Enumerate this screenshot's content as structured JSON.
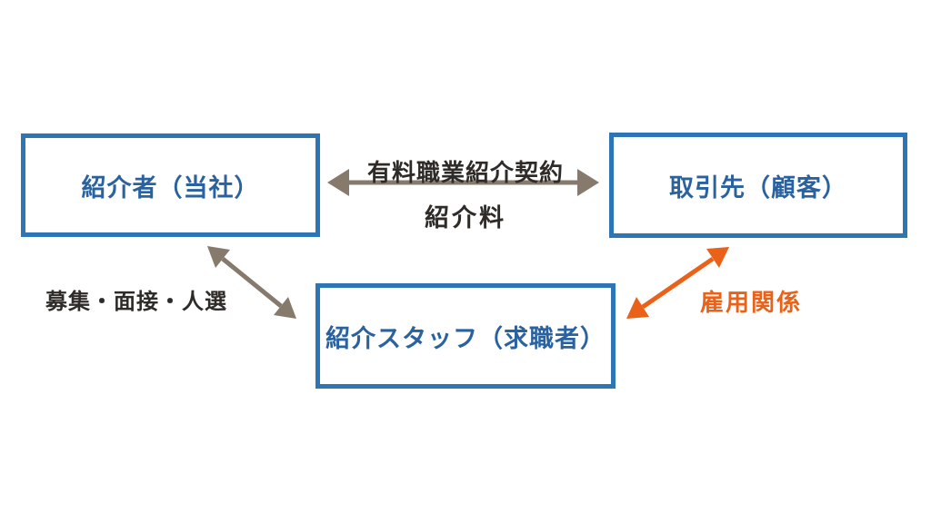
{
  "diagram": {
    "boxes": {
      "introducer": {
        "label": "紹介者（当社）"
      },
      "client": {
        "label": "取引先（顧客）"
      },
      "staff": {
        "label": "紹介スタッフ（求職者）"
      }
    },
    "arrows": {
      "contract": {
        "label_top": "有料職業紹介契約",
        "label_bottom": "紹介料",
        "direction": "double"
      },
      "recruit": {
        "label": "募集・面接・人選",
        "direction": "double"
      },
      "employment": {
        "label": "雇用関係",
        "direction": "double"
      }
    },
    "colors": {
      "box_border": "#2e75b6",
      "box_text": "#2a62a0",
      "arrow_gray": "#867a6c",
      "arrow_orange": "#ea6119",
      "label_dark": "#2f2b28"
    }
  }
}
